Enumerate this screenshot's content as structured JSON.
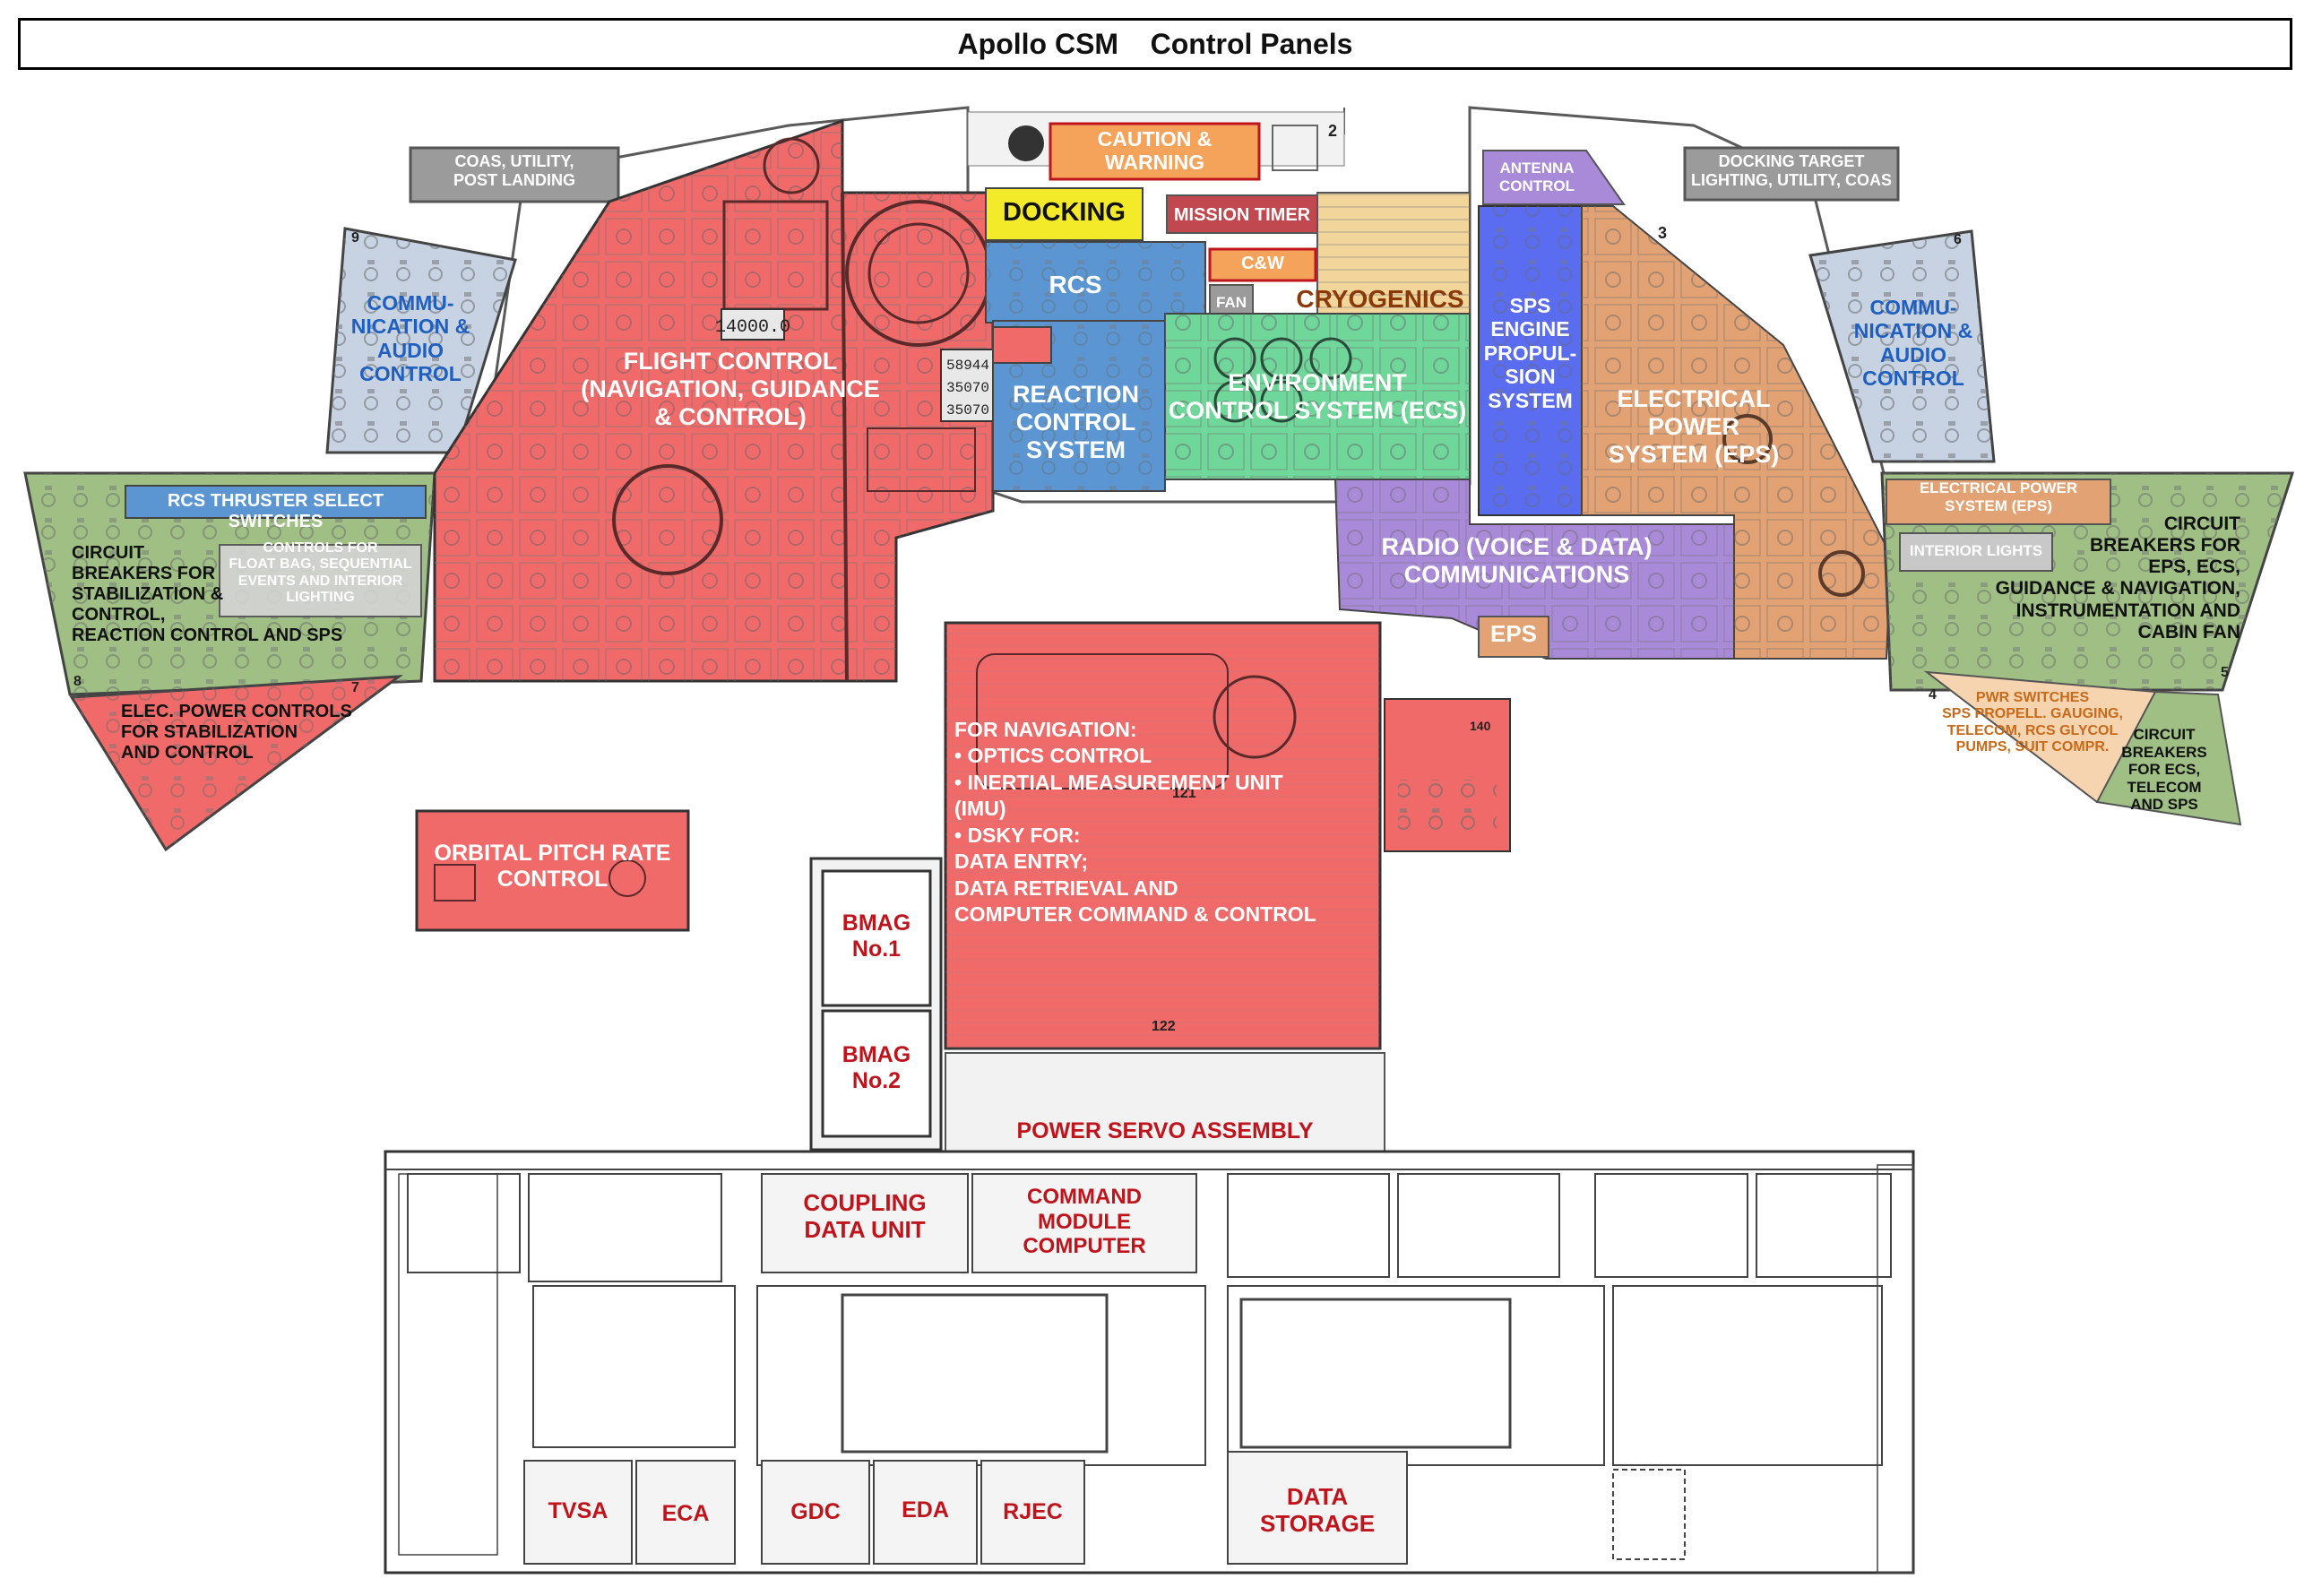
{
  "title": "Apollo CSM    Control Panels",
  "colors": {
    "flight_control": "#f06a6a",
    "communication": "#c7d3e3",
    "circuit_breakers": "#9fbf84",
    "rcs_blue": "#5b96d3",
    "caution": "#f5a35b",
    "docking": "#f3ea2a",
    "cryogenics": "#f2d59a",
    "ecs": "#6fd79a",
    "sps": "#5a6df0",
    "electrical": "#e2a274",
    "radio": "#a98ad8",
    "grey_label": "#9b9b9b"
  },
  "labels": {
    "coas_left": "COAS,  UTILITY,\nPOST  LANDING",
    "docking_target": "DOCKING TARGET\nLIGHTING, UTILITY, COAS",
    "comm_left": "COMMU-\nNICATION &\nAUDIO\nCONTROL",
    "comm_right": "COMMU-\nNICATION &\nAUDIO\nCONTROL",
    "flight_control": "FLIGHT CONTROL\n(NAVIGATION, GUIDANCE\n& CONTROL)",
    "caution_warning": "CAUTION &\nWARNING",
    "docking": "DOCKING",
    "mission_timer": "MISSION TIMER",
    "cw": "C&W",
    "fan": "FAN",
    "rcs": "RCS",
    "cryogenics": "CRYOGENICS",
    "antenna": "ANTENNA\nCONTROL",
    "reaction_control": "REACTION\nCONTROL\nSYSTEM",
    "ecs": "ENVIRONMENT\nCONTROL SYSTEM (ECS)",
    "sps": "SPS\nENGINE\nPROPUL-\nSION\nSYSTEM",
    "eps": "ELECTRICAL\nPOWER\nSYSTEM (EPS)",
    "radio": "RADIO (VOICE & DATA)\nCOMMUNICATIONS",
    "eps_small": "EPS",
    "rcs_thruster": "RCS THRUSTER SELECT SWITCHES",
    "controls_float": "CONTROLS FOR\nFLOAT BAG, SEQUENTIAL\nEVENTS AND INTERIOR\nLIGHTING",
    "cb_left": "CIRCUIT\nBREAKERS FOR\nSTABILIZATION &\nCONTROL,\nREACTION CONTROL AND SPS",
    "elec_power_controls": "ELEC. POWER CONTROLS\nFOR STABILIZATION\nAND CONTROL",
    "electrical_power_system": "ELECTRICAL POWER\nSYSTEM (EPS)",
    "interior_lights": "INTERIOR LIGHTS",
    "cb_right": "CIRCUIT\nBREAKERS FOR\nEPS, ECS,\nGUIDANCE & NAVIGATION,\nINSTRUMENTATION AND\nCABIN FAN",
    "pwr_switches": "PWR SWITCHES\nSPS PROPELL. GAUGING,\nTELECOM, RCS GLYCOL\nPUMPS, SUIT COMPR.",
    "cb_ecs": "CIRCUIT\nBREAKERS\nFOR ECS,\nTELECOM\nAND SPS",
    "navigation": "FOR NAVIGATION:\n•  OPTICS CONTROL\n•  INERTIAL MEASUREMENT  UNIT\n    (IMU)\n•  DSKY FOR:\n      DATA ENTRY;\n      DATA RETRIEVAL AND\n      COMPUTER COMMAND & CONTROL",
    "orbital_pitch": "ORBITAL PITCH RATE\nCONTROL",
    "bmag1": "BMAG\nNo.1",
    "bmag2": "BMAG\nNo.2",
    "power_servo": "POWER SERVO ASSEMBLY",
    "coupling": "COUPLING\nDATA UNIT",
    "cmc": "COMMAND\nMODULE\nCOMPUTER",
    "tvsa": "TVSA",
    "eca": "ECA",
    "gdc": "GDC",
    "eda": "EDA",
    "rjec": "RJEC",
    "data_storage": "DATA\nSTORAGE"
  },
  "panel_numbers": {
    "p2": "2",
    "p3": "3",
    "p4": "4",
    "p5": "5",
    "p6": "6",
    "p7": "7",
    "p8": "8",
    "p9": "9",
    "p121": "121",
    "p122": "122",
    "p140": "140"
  },
  "displays": {
    "counter": "14000.0",
    "dsky_a": "58944",
    "dsky_b": "35070",
    "dsky_c": "35070"
  }
}
